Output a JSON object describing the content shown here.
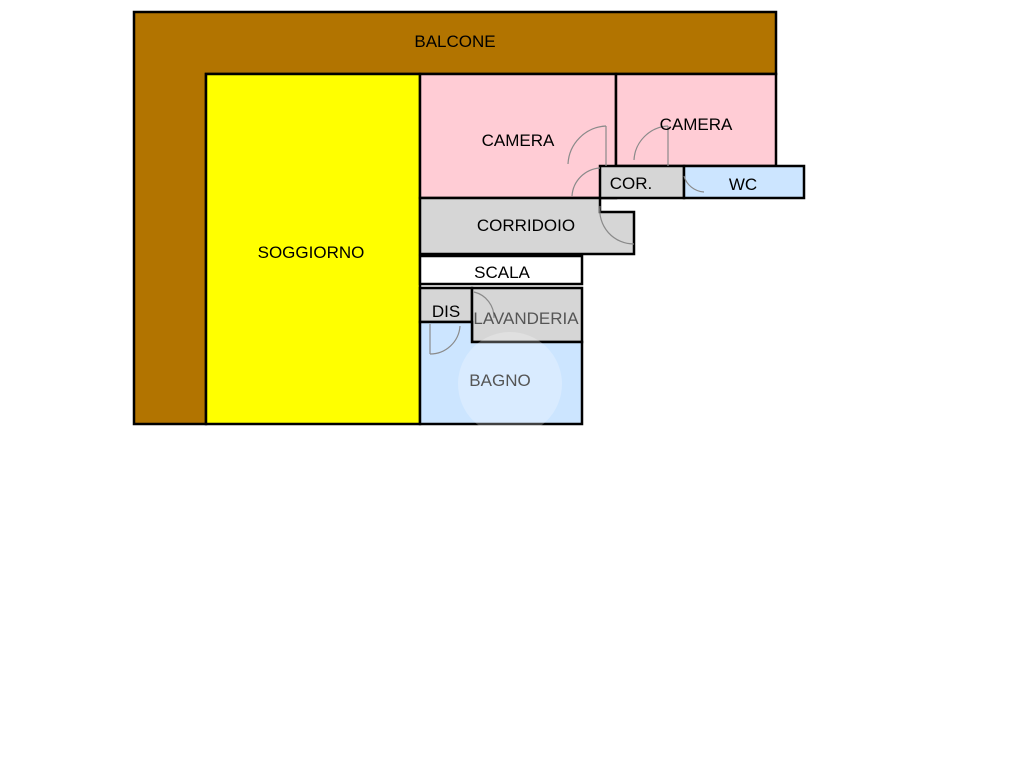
{
  "rooms": {
    "balcone": {
      "label": "BALCONE",
      "color": "#b27400"
    },
    "soggiorno": {
      "label": "SOGGIORNO",
      "color": "#ffff00"
    },
    "camera_1": {
      "label": "CAMERA",
      "color": "#ffccd5"
    },
    "camera_2": {
      "label": "CAMERA",
      "color": "#ffccd5"
    },
    "corridoio": {
      "label": "CORRIDOIO",
      "color": "#d6d6d6"
    },
    "cor": {
      "label": "COR.",
      "color": "#d6d6d6"
    },
    "wc": {
      "label": "WC",
      "color": "#cce5ff"
    },
    "scala": {
      "label": "SCALA",
      "color": "#ffffff"
    },
    "dis": {
      "label": "DIS",
      "color": "#d6d6d6"
    },
    "lavanderia": {
      "label": "LAVANDERIA",
      "color": "#d6d6d6"
    },
    "bagno": {
      "label": "BAGNO",
      "color": "#cce5ff"
    }
  }
}
